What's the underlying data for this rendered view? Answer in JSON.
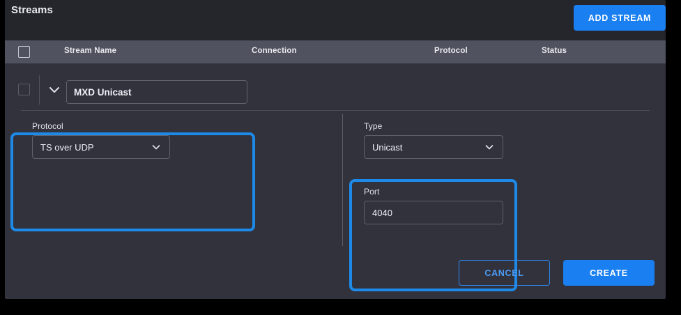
{
  "window": {
    "background": "#000000",
    "panel_background": "#24262c"
  },
  "header": {
    "title": "Streams",
    "add_stream_label": "ADD STREAM",
    "accent_color": "#1a7ff0"
  },
  "table": {
    "header_background": "#50525f",
    "select_all_checkbox": {
      "checked": false
    },
    "columns": [
      {
        "key": "stream_name",
        "label": "Stream Name"
      },
      {
        "key": "connection",
        "label": "Connection"
      },
      {
        "key": "protocol",
        "label": "Protocol"
      },
      {
        "key": "status",
        "label": "Status"
      }
    ]
  },
  "stream_editor": {
    "row": {
      "checkbox_checked": false,
      "expanded": true,
      "expand_icon": "chevron-down-icon",
      "stream_name_value": "MXD Unicast",
      "stream_name_placeholder": "Stream Name"
    },
    "left_column": {
      "protocol": {
        "label": "Protocol",
        "value": "TS over UDP",
        "chevron_icon": "chevron-down-icon"
      }
    },
    "right_column": {
      "type": {
        "label": "Type",
        "value": "Unicast",
        "chevron_icon": "chevron-down-icon"
      },
      "port": {
        "label": "Port",
        "value": "4040",
        "placeholder": "Port"
      }
    },
    "footer": {
      "cancel_label": "CANCEL",
      "create_label": "CREATE"
    },
    "highlights": {
      "color": "#1e8ae8",
      "regions": [
        {
          "name": "protocol-group-highlight"
        },
        {
          "name": "type-port-group-highlight"
        }
      ]
    }
  }
}
